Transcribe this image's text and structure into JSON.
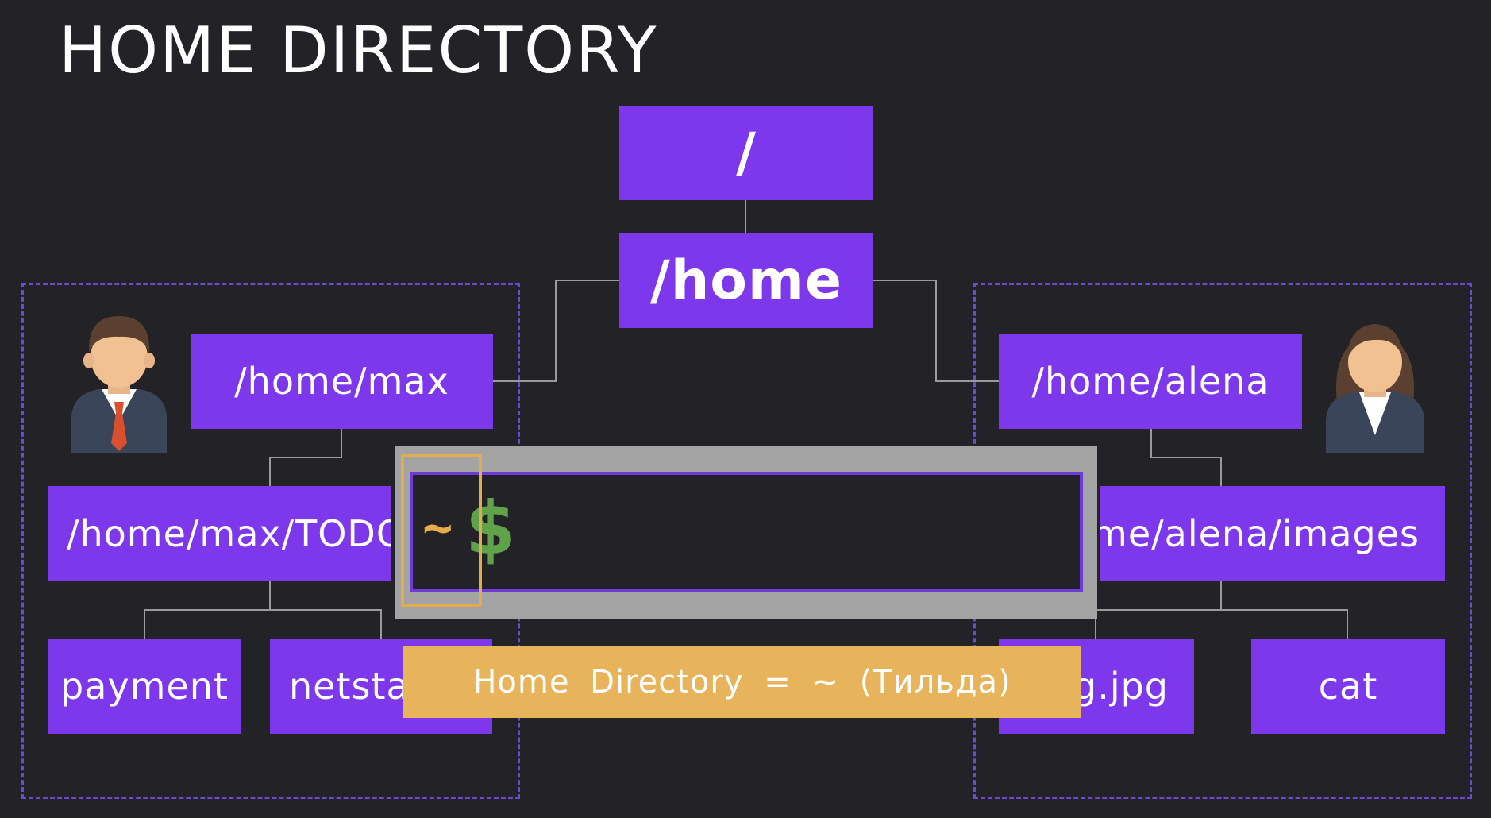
{
  "title": "HOME DIRECTORY",
  "nodes": {
    "root": "/",
    "home": "/home",
    "home_max": "/home/max",
    "home_alena": "/home/alena",
    "max_todo": "/home/max/TODO",
    "alena_images": "/home/alena/images",
    "payment": "payment",
    "netstat": "netstat",
    "jpg": "g.jpg",
    "cat": "cat"
  },
  "terminal": {
    "tilde": "~",
    "dollar": "$"
  },
  "caption": "Home  Directory  =  ~  (Тильда)",
  "colors": {
    "background": "#232227",
    "node": "#7d38ec",
    "dashed_border": "#6b4bd6",
    "terminal_frame": "#a3a3a3",
    "tilde": "#e8ad4b",
    "dollar": "#5fa24a",
    "caption_bg": "#e7b45b"
  },
  "icons": {
    "left_user": "man-avatar-icon",
    "right_user": "woman-avatar-icon"
  }
}
